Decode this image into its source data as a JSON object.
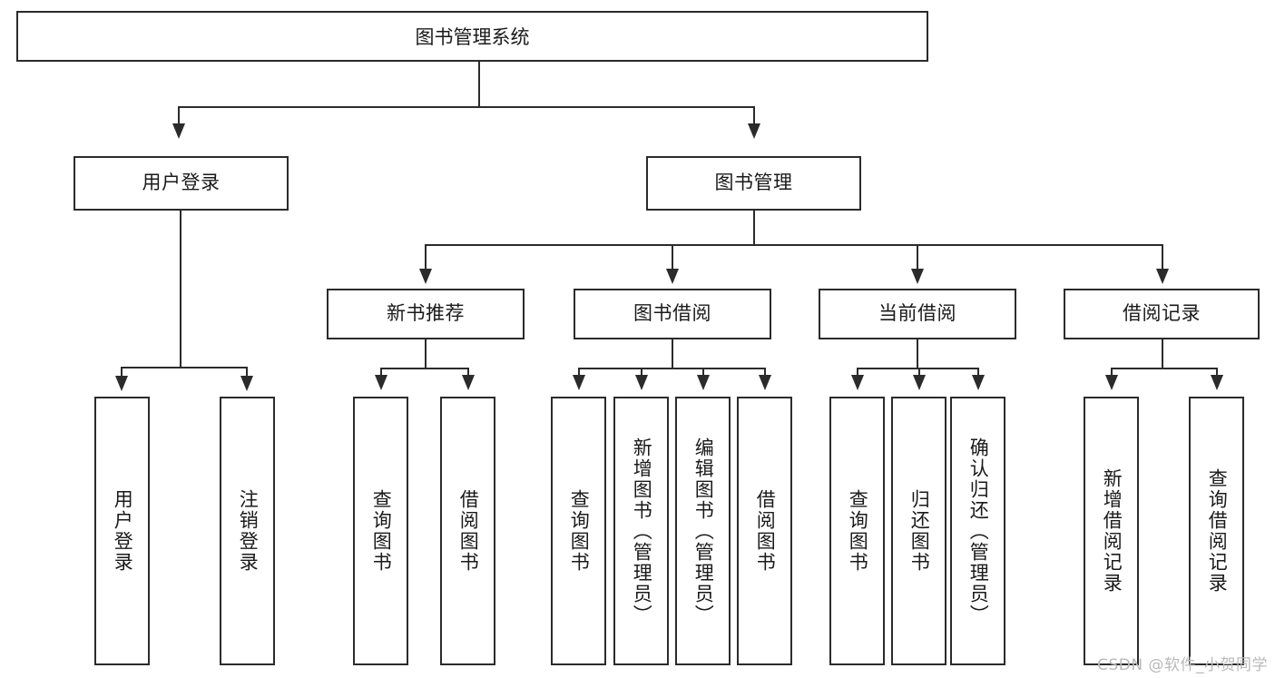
{
  "diagram": {
    "title": "图书管理系统",
    "watermark": "CSDN @软件_小贺同学",
    "colors": {
      "stroke": "#2b2b2b",
      "fill": "#ffffff",
      "text": "#1a1a1a",
      "watermark": "#b9b9b9"
    },
    "nodes": {
      "root": "图书管理系统",
      "level2": [
        "用户登录",
        "图书管理"
      ],
      "level3": [
        "新书推荐",
        "图书借阅",
        "当前借阅",
        "借阅记录"
      ],
      "leaves": {
        "user_login": [
          "用户登录",
          "注销登录"
        ],
        "new_book_recommend": [
          "查询图书",
          "借阅图书"
        ],
        "book_borrow": [
          "查询图书",
          "新增图书（管理员）",
          "编辑图书（管理员）",
          "借阅图书"
        ],
        "current_borrow": [
          "查询图书",
          "归还图书",
          "确认归还（管理员）"
        ],
        "borrow_record": [
          "新增借阅记录",
          "查询借阅记录"
        ]
      }
    }
  }
}
